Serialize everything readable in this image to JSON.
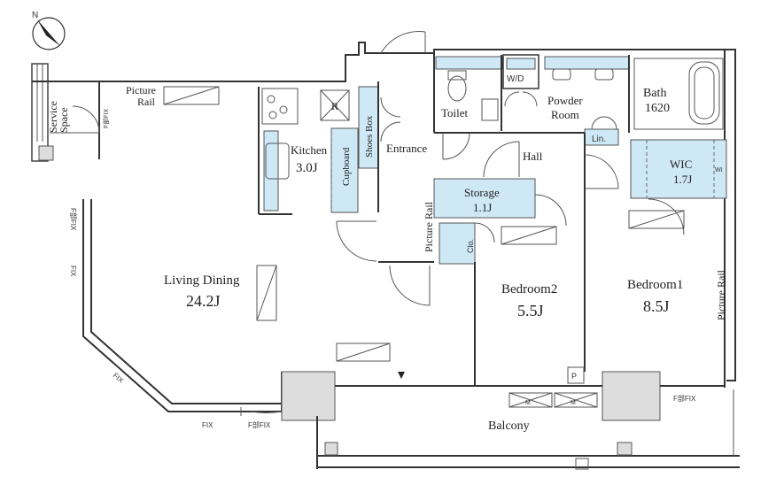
{
  "compass": {
    "north": "N"
  },
  "rooms": {
    "living_dining": {
      "name": "Living Dining",
      "size": "24.2J"
    },
    "kitchen": {
      "name": "Kitchen",
      "size": "3.0J"
    },
    "bedroom1": {
      "name": "Bedroom1",
      "size": "8.5J"
    },
    "bedroom2": {
      "name": "Bedroom2",
      "size": "5.5J"
    },
    "storage": {
      "name": "Storage",
      "size": "1.1J"
    },
    "wic": {
      "name": "WIC",
      "size": "1.7J"
    },
    "bath": {
      "name": "Bath",
      "size": "1620"
    },
    "powder_line1": "Powder",
    "powder_line2": "Room",
    "toilet": "Toilet",
    "entrance": "Entrance",
    "hall": "Hall",
    "balcony": "Balcony",
    "service_line1": "Service",
    "service_line2": "Space"
  },
  "fixtures": {
    "picture_rail_top_line1": "Picture",
    "picture_rail_top_line2": "Rail",
    "picture_rail_mid": "Picture Rail",
    "picture_rail_right": "Picture Rail",
    "cupboard": "Cupboard",
    "shoes_box": "Shoes Box",
    "wd": "W/D",
    "lin": "Lin.",
    "clo": "Clo.",
    "r": "R",
    "p": "P",
    "m1": "M",
    "m2": "M",
    "wi": "WI"
  },
  "notes": {
    "fix_left_top": "F部FIX",
    "fix_left_side": "F部FIX",
    "fix_left_side2": "FIX",
    "fix_diag": "FIX",
    "fix_bottom": "FIX",
    "fix_bottom_f": "F部FIX",
    "fix_right": "F部FIX"
  }
}
